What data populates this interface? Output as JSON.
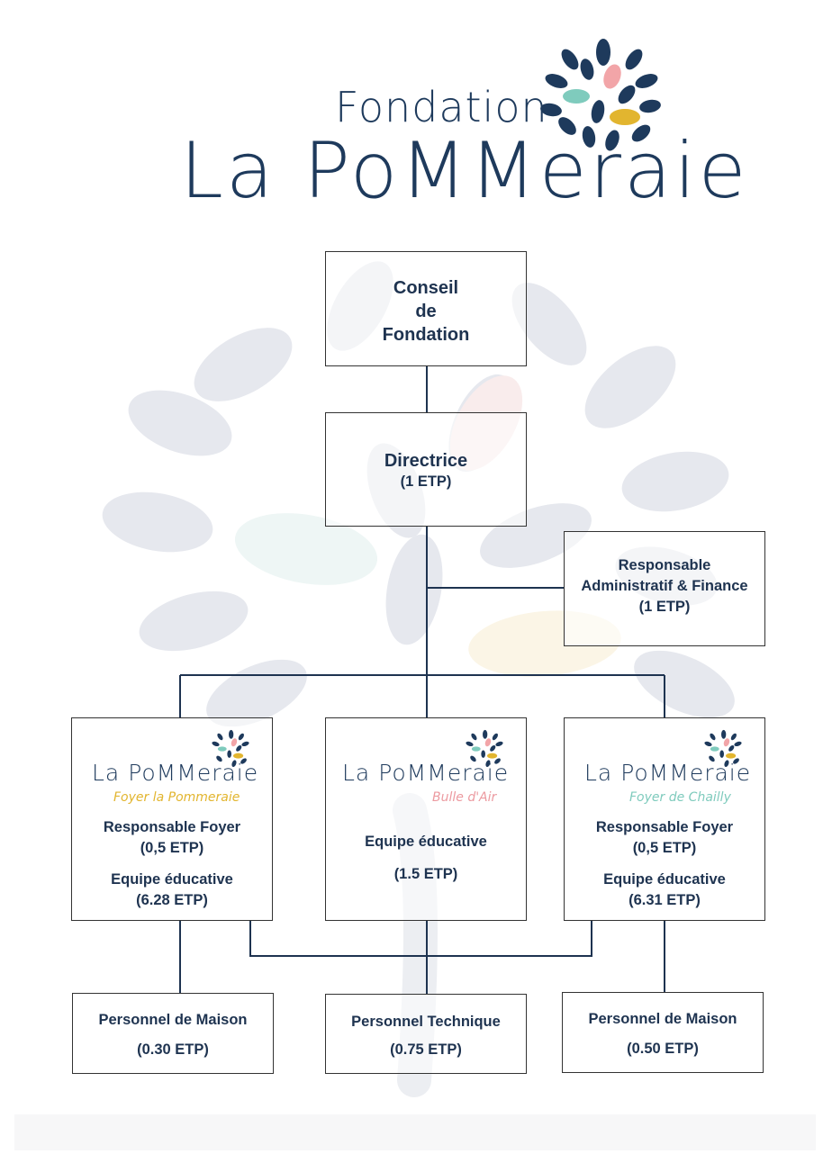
{
  "header": {
    "fondation": "Fondation",
    "name": "La PoMMeraie"
  },
  "colors": {
    "navy": "#1e3a5c",
    "pink": "#f2a5a8",
    "teal": "#7fcbbd",
    "yellow": "#e2b52f",
    "watermark": "#e6e8ee"
  },
  "nodes": {
    "conseil": {
      "line1": "Conseil",
      "line2": "de",
      "line3": "Fondation"
    },
    "directrice": {
      "title": "Directrice",
      "etp": "(1 ETP)"
    },
    "admin": {
      "line1": "Responsable",
      "line2": "Administratif & Finance",
      "etp": "(1 ETP)"
    },
    "foyer1": {
      "brand": "La PoMMeraie",
      "subtitle": "Foyer la Pommeraie",
      "role1": "Responsable Foyer",
      "etp1": "(0,5 ETP)",
      "role2": "Equipe éducative",
      "etp2": "(6.28 ETP)"
    },
    "foyer2": {
      "brand": "La PoMMeraie",
      "subtitle": "Bulle d'Air",
      "role1": "Equipe éducative",
      "etp1": "(1.5 ETP)"
    },
    "foyer3": {
      "brand": "La PoMMeraie",
      "subtitle": "Foyer de Chailly",
      "role1": "Responsable Foyer",
      "etp1": "(0,5 ETP)",
      "role2": "Equipe éducative",
      "etp2": "(6.31 ETP)"
    },
    "maison1": {
      "title": "Personnel de Maison",
      "etp": "(0.30 ETP)"
    },
    "technique": {
      "title": "Personnel Technique",
      "etp": "(0.75 ETP)"
    },
    "maison2": {
      "title": "Personnel de Maison",
      "etp": "(0.50 ETP)"
    }
  }
}
